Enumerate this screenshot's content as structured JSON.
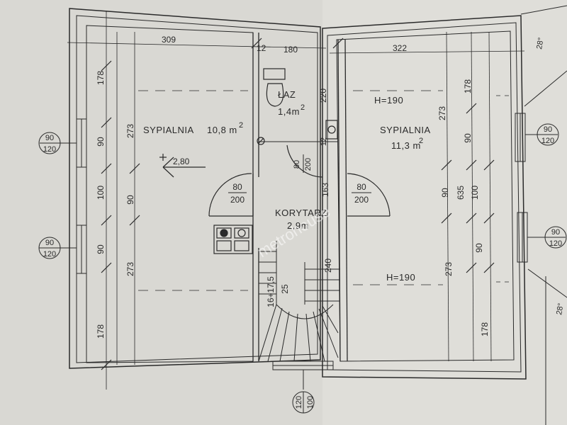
{
  "plan": {
    "rooms": {
      "bedroom_left": {
        "name": "SYPIALNIA",
        "area": "10,8 m",
        "sup": "2"
      },
      "wc": {
        "name": "ŁAZ",
        "area": "1,4m",
        "sup": "2"
      },
      "corridor": {
        "name": "KORYTARZ",
        "area": "2,9m"
      },
      "bedroom_right": {
        "name": "SYPIALNIA",
        "area": "11,3 m",
        "sup": "2"
      }
    },
    "height_marks": {
      "right_top": "H=190",
      "right_bottom": "H=190"
    },
    "level_mark": "2,80",
    "top_dims": {
      "left_room": "309",
      "wall": "12",
      "wc_width": "180",
      "right_room": "322"
    },
    "left_dims": {
      "d1": "178",
      "d2": "90",
      "d3": "100",
      "d4": "90",
      "d5": "178"
    },
    "left_inner_dims": {
      "upper": "273",
      "lower": "273",
      "mid": "90"
    },
    "right_dims": {
      "d1": "178",
      "d2": "90",
      "d3": "100",
      "d4": "90",
      "d5": "178",
      "total": "635"
    },
    "right_inner_dims": {
      "upper": "273",
      "lower": "273",
      "mid": "90"
    },
    "windows": {
      "left_upper": {
        "w": "90",
        "h": "120"
      },
      "left_lower": {
        "w": "90",
        "h": "120"
      },
      "right_upper": {
        "w": "90",
        "h": "120"
      },
      "right_lower": {
        "w": "90",
        "h": "120"
      },
      "bottom": {
        "w": "120",
        "h": "100"
      }
    },
    "doors": {
      "left": {
        "w": "80",
        "h": "200"
      },
      "right": {
        "w": "80",
        "h": "200"
      },
      "wc": {
        "w": "80",
        "h": "200"
      }
    },
    "stairs": {
      "step": "16+17,5",
      "tread": "25",
      "len": "240",
      "len2": "163"
    },
    "corridor_dims": {
      "wc_depth": "220",
      "wall": "12"
    },
    "roof_pitch": {
      "top": "28°",
      "bottom": "28°"
    },
    "watermark": "metrohouse"
  },
  "colors": {
    "paper": "#d9d8d3",
    "ink": "#2a2a2a"
  }
}
